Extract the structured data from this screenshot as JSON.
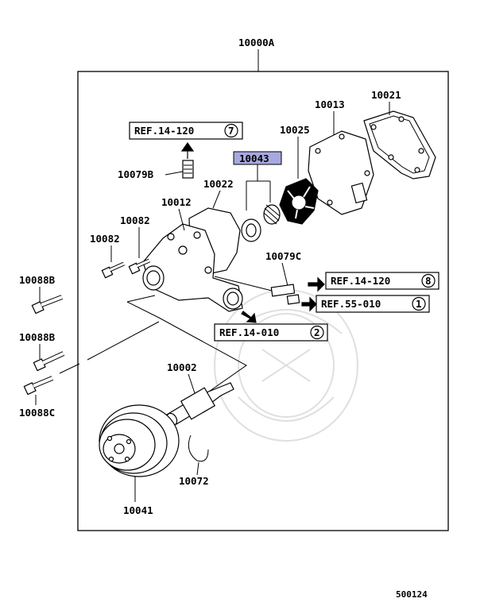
{
  "assembly_label": "10000A",
  "diagram_code": "500124",
  "highlight_color": "#a8a8e0",
  "parts": {
    "p10021": "10021",
    "p10013": "10013",
    "p10025": "10025",
    "p10043": "10043",
    "p10022": "10022",
    "p10012": "10012",
    "p10079B": "10079B",
    "p10082a": "10082",
    "p10082b": "10082",
    "p10079C": "10079C",
    "p10088B_a": "10088B",
    "p10088B_b": "10088B",
    "p10088C": "10088C",
    "p10002": "10002",
    "p10072": "10072",
    "p10041": "10041"
  },
  "refs": {
    "r1": {
      "text": "REF.14-120",
      "num": "7"
    },
    "r2": {
      "text": "REF.14-120",
      "num": "8"
    },
    "r3": {
      "text": "REF.55-010",
      "num": "1"
    },
    "r4": {
      "text": "REF.14-010",
      "num": "2"
    }
  }
}
